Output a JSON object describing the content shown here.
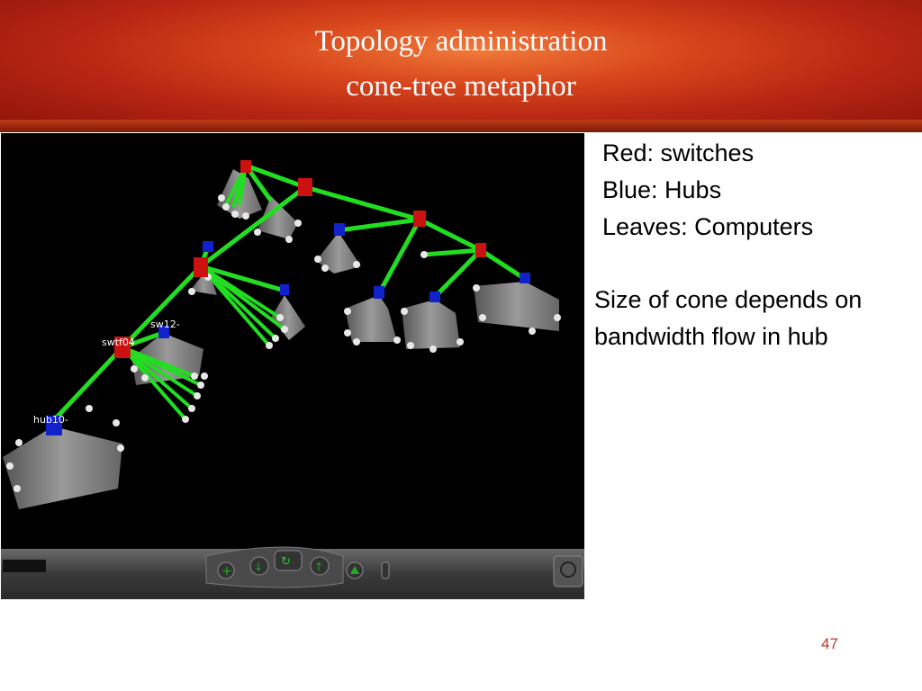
{
  "slide": {
    "title_line1": "Topology administration",
    "title_line2": "cone-tree metaphor",
    "legend": [
      "Red: switches",
      "Blue: Hubs",
      "Leaves: Computers"
    ],
    "note": "Size of cone depends on bandwidth flow in hub",
    "page_number": "47"
  },
  "viewer": {
    "colors": {
      "switch": "#cc1111",
      "hub": "#1122cc",
      "link": "#22dd22",
      "cone": "#8a8a8a",
      "leaf": "#e8e8e8"
    },
    "node_labels": [
      "hub10-",
      "swtf04",
      "sw12-"
    ],
    "toolbar_icons": [
      "add-icon",
      "down-icon",
      "rotate-icon",
      "up-icon",
      "next-icon",
      "triangle-icon",
      "pause-icon",
      "logo-icon"
    ]
  }
}
